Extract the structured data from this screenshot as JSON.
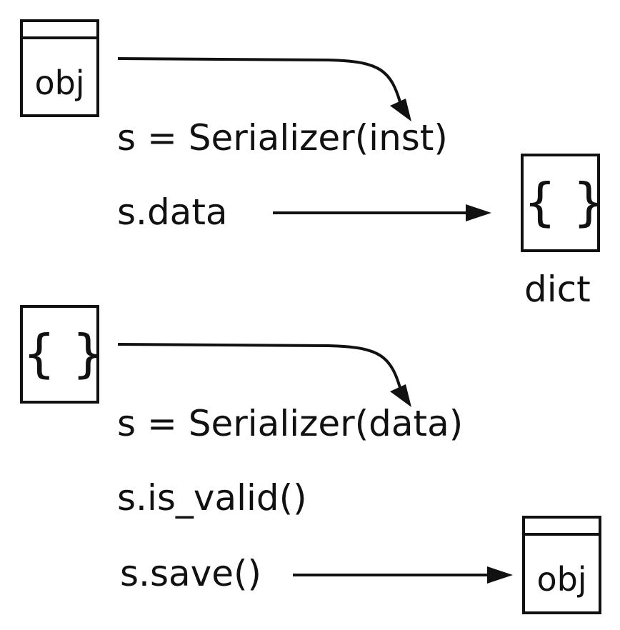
{
  "colors": {
    "ink": "#111111",
    "background": "#ffffff"
  },
  "top_section": {
    "source_box": {
      "icon": "object-icon",
      "label": "obj"
    },
    "constructor_line": "s = Serializer(inst)",
    "data_line": "s.data",
    "result_box": {
      "icon": "dict-icon",
      "label": "{ }"
    },
    "result_caption": "dict"
  },
  "bottom_section": {
    "source_box": {
      "icon": "dict-icon",
      "label": "{ }"
    },
    "constructor_line": "s = Serializer(data)",
    "validate_line": "s.is_valid()",
    "save_line": "s.save()",
    "result_box": {
      "icon": "object-icon",
      "label": "obj"
    }
  }
}
